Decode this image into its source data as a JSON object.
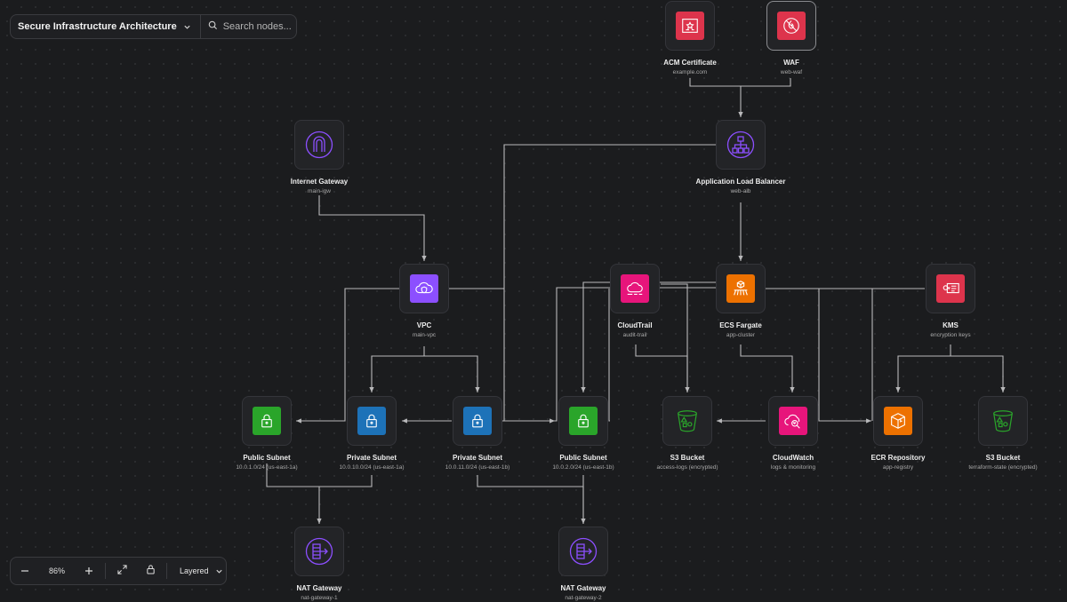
{
  "toolbar": {
    "title": "Secure Infrastructure Architecture",
    "search_placeholder": "Search nodes..."
  },
  "controls": {
    "zoom_out": "−",
    "zoom_level": "86%",
    "zoom_in": "+",
    "layout_mode": "Layered"
  },
  "colors": {
    "background": "#1b1c1e",
    "edge": "#b9b9bb",
    "red": "#dd344c",
    "purple": "#8c4fff",
    "orange": "#ed7100",
    "green": "#2aa52a",
    "blue": "#1d72b8"
  },
  "nodes": {
    "acm": {
      "label": "ACM Certificate",
      "sub": "example.com",
      "icon": "certificate-icon"
    },
    "waf": {
      "label": "WAF",
      "sub": "web-waf",
      "icon": "waf-icon"
    },
    "igw": {
      "label": "Internet Gateway",
      "sub": "main-igw",
      "icon": "internet-gateway-icon"
    },
    "alb": {
      "label": "Application Load Balancer",
      "sub": "web-alb",
      "icon": "load-balancer-icon"
    },
    "vpc": {
      "label": "VPC",
      "sub": "main-vpc",
      "icon": "vpc-icon"
    },
    "cloudtrail": {
      "label": "CloudTrail",
      "sub": "audit-trail",
      "icon": "cloudtrail-icon"
    },
    "ecs": {
      "label": "ECS Fargate",
      "sub": "app-cluster",
      "icon": "ecs-fargate-icon"
    },
    "kms": {
      "label": "KMS",
      "sub": "encryption keys",
      "icon": "kms-icon"
    },
    "pub1": {
      "label": "Public Subnet",
      "sub": "10.0.1.0/24 (us-east-1a)",
      "icon": "lock-icon"
    },
    "priv1": {
      "label": "Private Subnet",
      "sub": "10.0.10.0/24 (us-east-1a)",
      "icon": "lock-icon"
    },
    "priv2": {
      "label": "Private Subnet",
      "sub": "10.0.11.0/24 (us-east-1b)",
      "icon": "lock-icon"
    },
    "pub2": {
      "label": "Public Subnet",
      "sub": "10.0.2.0/24 (us-east-1b)",
      "icon": "lock-icon"
    },
    "s3logs": {
      "label": "S3 Bucket",
      "sub": "access-logs (encrypted)",
      "icon": "s3-bucket-icon"
    },
    "cloudwatch": {
      "label": "CloudWatch",
      "sub": "logs & monitoring",
      "icon": "cloudwatch-icon"
    },
    "ecr": {
      "label": "ECR Repository",
      "sub": "app-registry",
      "icon": "ecr-icon"
    },
    "s3state": {
      "label": "S3 Bucket",
      "sub": "terraform-state (encrypted)",
      "icon": "s3-bucket-icon"
    },
    "nat1": {
      "label": "NAT Gateway",
      "sub": "nat-gateway-1",
      "icon": "nat-gateway-icon"
    },
    "nat2": {
      "label": "NAT Gateway",
      "sub": "nat-gateway-2",
      "icon": "nat-gateway-icon"
    }
  }
}
